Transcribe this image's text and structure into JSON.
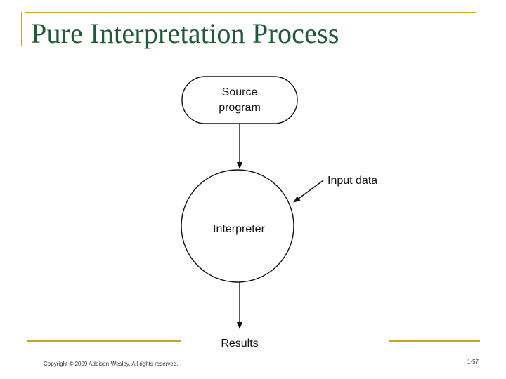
{
  "slide": {
    "title": "Pure Interpretation Process",
    "copyright": "Copyright © 2009 Addison-Wesley. All rights reserved.",
    "page_number": "1-57"
  },
  "diagram": {
    "source_node": {
      "line1": "Source",
      "line2": "program"
    },
    "interpreter_node": {
      "label": "Interpreter"
    },
    "input_label": "Input data",
    "output_label": "Results"
  },
  "colors": {
    "title": "#1f5b3b",
    "accent_rule": "#c9a227",
    "stroke": "#111111"
  }
}
